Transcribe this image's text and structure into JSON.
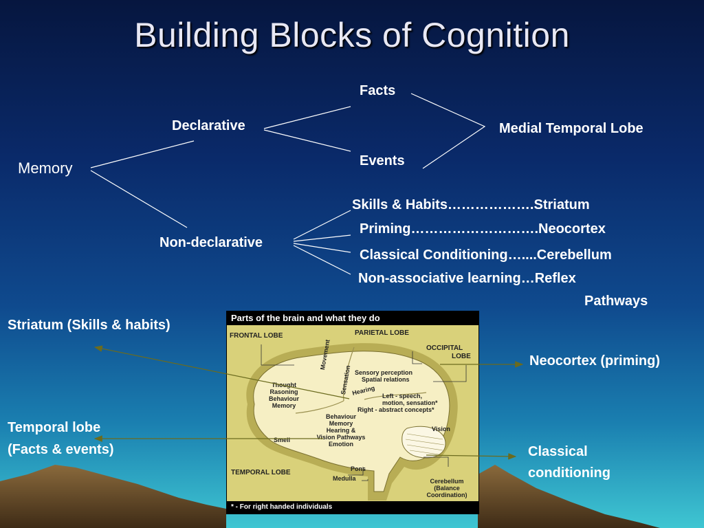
{
  "slide": {
    "title": "Building Blocks of Cognition"
  },
  "tree": {
    "memory": "Memory",
    "declarative": "Declarative",
    "non_declarative": "Non-declarative",
    "facts": "Facts",
    "events": "Events",
    "medial_temporal_lobe": "Medial Temporal Lobe",
    "nondecl_items": [
      "Skills & Habits……………….Striatum",
      "Priming……………………….Neocortex",
      "Classical Conditioning…....Cerebellum",
      "Non-associative learning…Reflex",
      "Pathways"
    ]
  },
  "callouts": {
    "striatum": "Striatum (Skills & habits)",
    "temporal_lobe_1": "Temporal lobe",
    "temporal_lobe_2": "(Facts & events)",
    "neocortex": "Neocortex (priming)",
    "classical_1": "Classical",
    "classical_2": "conditioning"
  },
  "brain_figure": {
    "header": "Parts of the brain and what they do",
    "footer": "* - For right handed individuals",
    "frontal_lobe": "FRONTAL LOBE",
    "parietal_lobe": "PARIETAL LOBE",
    "occipital_lobe_1": "OCCIPITAL",
    "occipital_lobe_2": "LOBE",
    "temporal_lobe": "TEMPORAL LOBE",
    "frontal_1": "Thought",
    "frontal_2": "Rasoning",
    "frontal_3": "Behaviour",
    "frontal_4": "Memory",
    "movement": "Movement",
    "sensation": "Sensation",
    "sensory_1": "Sensory perception",
    "sensory_2": "Spatial relations",
    "hearing": "Hearing",
    "left_1": "Left - speech,",
    "left_2": "motion, sensation*",
    "left_3": "Right - abstract concepts*",
    "temporal_1": "Behaviour",
    "temporal_2": "Memory",
    "temporal_3": "Hearing &",
    "temporal_4": "Vision Pathways",
    "temporal_5": "Emotion",
    "smell": "Smell",
    "vision": "Vision",
    "pons": "Pons",
    "medulla": "Medulla",
    "cerebellum_1": "Cerebellum",
    "cerebellum_2": "(Balance",
    "cerebellum_3": "Coordination)"
  },
  "colors": {
    "arrow": "#6b6b1e",
    "tree_line": "#ffffff",
    "panel": "#d9d17a"
  }
}
